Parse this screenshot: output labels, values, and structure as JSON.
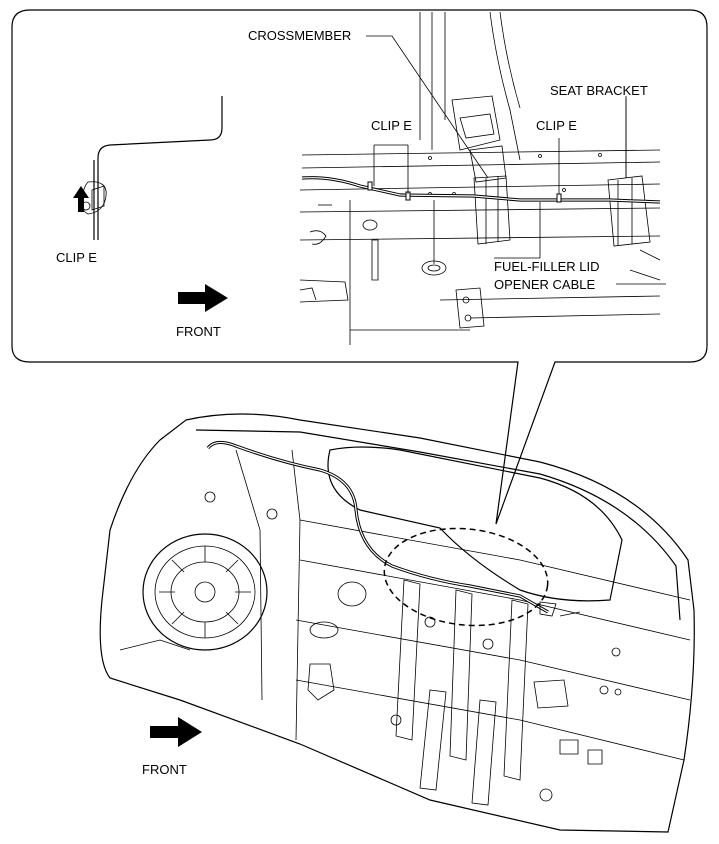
{
  "labels": {
    "crossmember": "CROSSMEMBER",
    "seat_bracket": "SEAT BRACKET",
    "clip_e_left": "CLIP E",
    "clip_e_right": "CLIP E",
    "clip_e_detail": "CLIP E",
    "fuel_filler_line1": "FUEL-FILLER LID",
    "fuel_filler_line2": "OPENER CABLE",
    "front_inset": "FRONT",
    "front_main": "FRONT"
  }
}
